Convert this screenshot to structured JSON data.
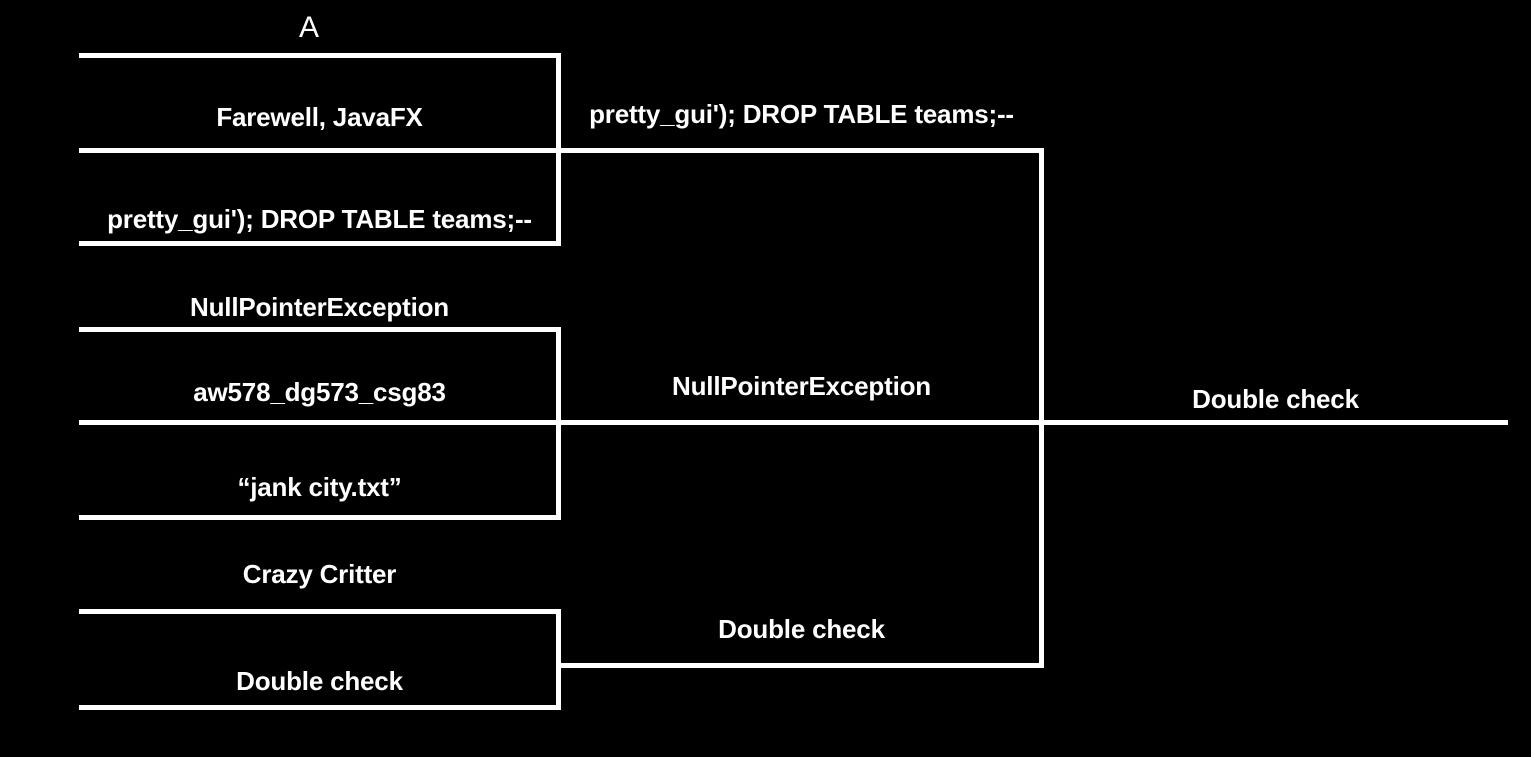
{
  "bracket": {
    "title": "A",
    "background_color": "#000000",
    "line_color": "#ffffff",
    "text_color": "#ffffff",
    "rounds": [
      {
        "name": "round-1",
        "matches": [
          {
            "id": "r1-m1",
            "top": "Farewell, JavaFX",
            "bottom": "pretty_gui'); DROP TABLE teams;--"
          },
          {
            "id": "r1-m2",
            "top": "NullPointerException",
            "bottom": "aw578_dg573_csg83"
          },
          {
            "id": "r1-m3",
            "top": "“jank city.txt”",
            "bottom": "Crazy Critter"
          },
          {
            "id": "r1-m4",
            "top": "Double check",
            "bottom": ""
          }
        ]
      },
      {
        "name": "round-2",
        "matches": [
          {
            "id": "r2-m1",
            "top": "pretty_gui'); DROP TABLE teams;--",
            "bottom": "NullPointerException"
          },
          {
            "id": "r2-m2",
            "top": "Double check",
            "bottom": ""
          }
        ]
      },
      {
        "name": "round-3",
        "matches": [
          {
            "id": "r3-m1",
            "top": "Double check",
            "bottom": ""
          }
        ]
      }
    ],
    "slots": {
      "r1_s1": "Farewell, JavaFX",
      "r1_s2": "pretty_gui'); DROP TABLE teams;--",
      "r1_s3": "NullPointerException",
      "r1_s4": "aw578_dg573_csg83",
      "r1_s5": "“jank city.txt”",
      "r1_s6": "Crazy Critter",
      "r1_s7": "Double check",
      "r2_s1": "pretty_gui'); DROP TABLE teams;--",
      "r2_s2": "NullPointerException",
      "r2_s3": "Double check",
      "r3_s1": "Double check"
    }
  }
}
